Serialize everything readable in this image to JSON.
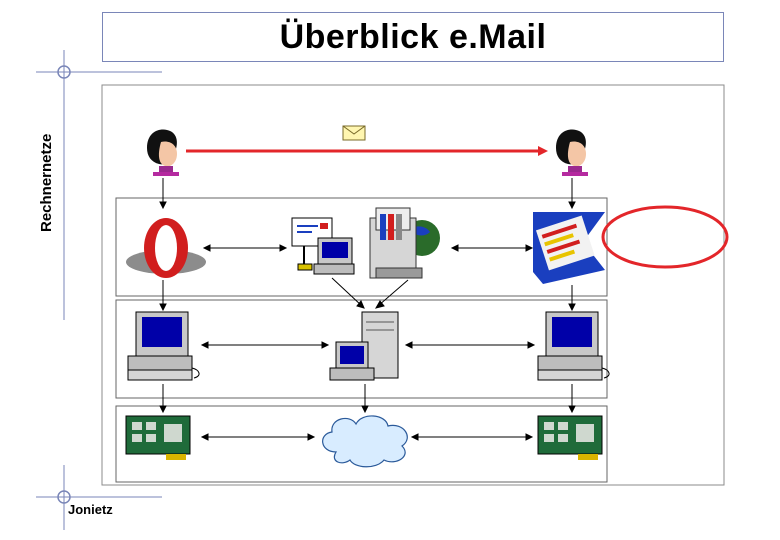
{
  "slide": {
    "title": "Überblick e.Mail",
    "side_label": "Rechnernetze",
    "author": "Jonietz"
  },
  "diagram": {
    "layers": [
      "application-layer",
      "computer-layer",
      "network-layer"
    ],
    "nodes": [
      "sender-person",
      "recipient-person",
      "envelope",
      "mail-client-sender",
      "mail-server-terminal",
      "mailbox-globe-server",
      "mail-client-recipient",
      "pc-sender",
      "server-pc",
      "pc-recipient",
      "nic-sender",
      "internet-cloud",
      "nic-recipient"
    ],
    "highlight": "red-ellipse-right",
    "colors": {
      "frame": "#8b8b8b",
      "accent_red": "#e3262a",
      "screen_blue": "#0000a8",
      "card_green": "#1f6b3a",
      "cloud": "#d8ecff"
    }
  }
}
